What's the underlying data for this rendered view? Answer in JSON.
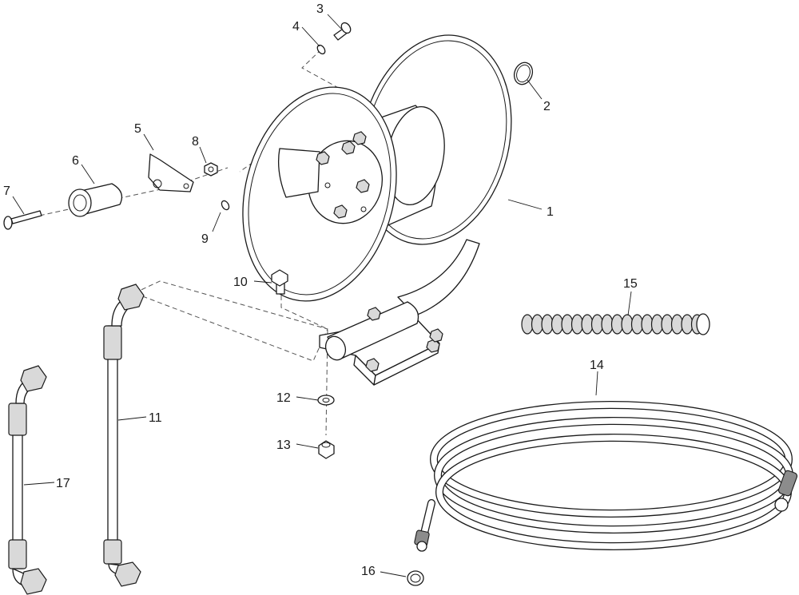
{
  "callouts": [
    {
      "id": "1",
      "label": "1"
    },
    {
      "id": "2",
      "label": "2"
    },
    {
      "id": "3",
      "label": "3"
    },
    {
      "id": "4",
      "label": "4"
    },
    {
      "id": "5",
      "label": "5"
    },
    {
      "id": "6",
      "label": "6"
    },
    {
      "id": "7",
      "label": "7"
    },
    {
      "id": "8",
      "label": "8"
    },
    {
      "id": "9",
      "label": "9"
    },
    {
      "id": "10",
      "label": "10"
    },
    {
      "id": "11",
      "label": "11"
    },
    {
      "id": "12",
      "label": "12"
    },
    {
      "id": "13",
      "label": "13"
    },
    {
      "id": "14",
      "label": "14"
    },
    {
      "id": "15",
      "label": "15"
    },
    {
      "id": "16",
      "label": "16"
    },
    {
      "id": "17",
      "label": "17"
    }
  ],
  "colors": {
    "line": "#1a1a1a",
    "part_fill": "#ffffff",
    "shade": "#d9d9d9",
    "dash": "#555555"
  }
}
